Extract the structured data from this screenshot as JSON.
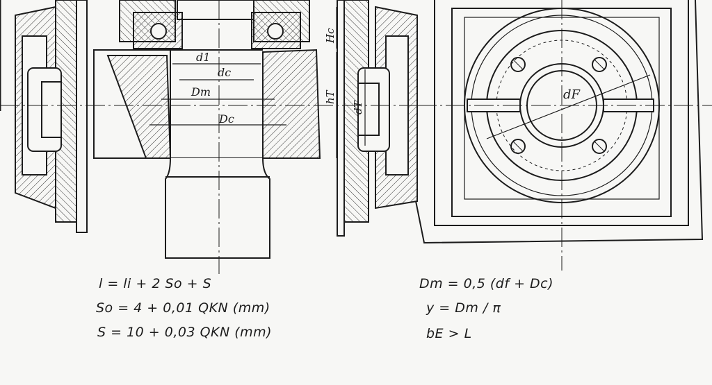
{
  "labels": {
    "d1": "d1",
    "dc": "dc",
    "Dm": "Dm",
    "Dc": "Dc",
    "Hc": "Hc",
    "hT": "hT",
    "dT": "dT",
    "dF": "dF"
  },
  "formulas": {
    "l": "l = li + 2 So + S",
    "so": "So = 4 + 0,01 QKN (mm)",
    "s": "S = 10 + 0,03 QKN (mm)",
    "dm": "Dm = 0,5 (df + Dc)",
    "y": "y = Dm / π",
    "be": "bE > L"
  },
  "colors": {
    "ink": "#1c1c1c",
    "paper": "#f7f7f5"
  }
}
